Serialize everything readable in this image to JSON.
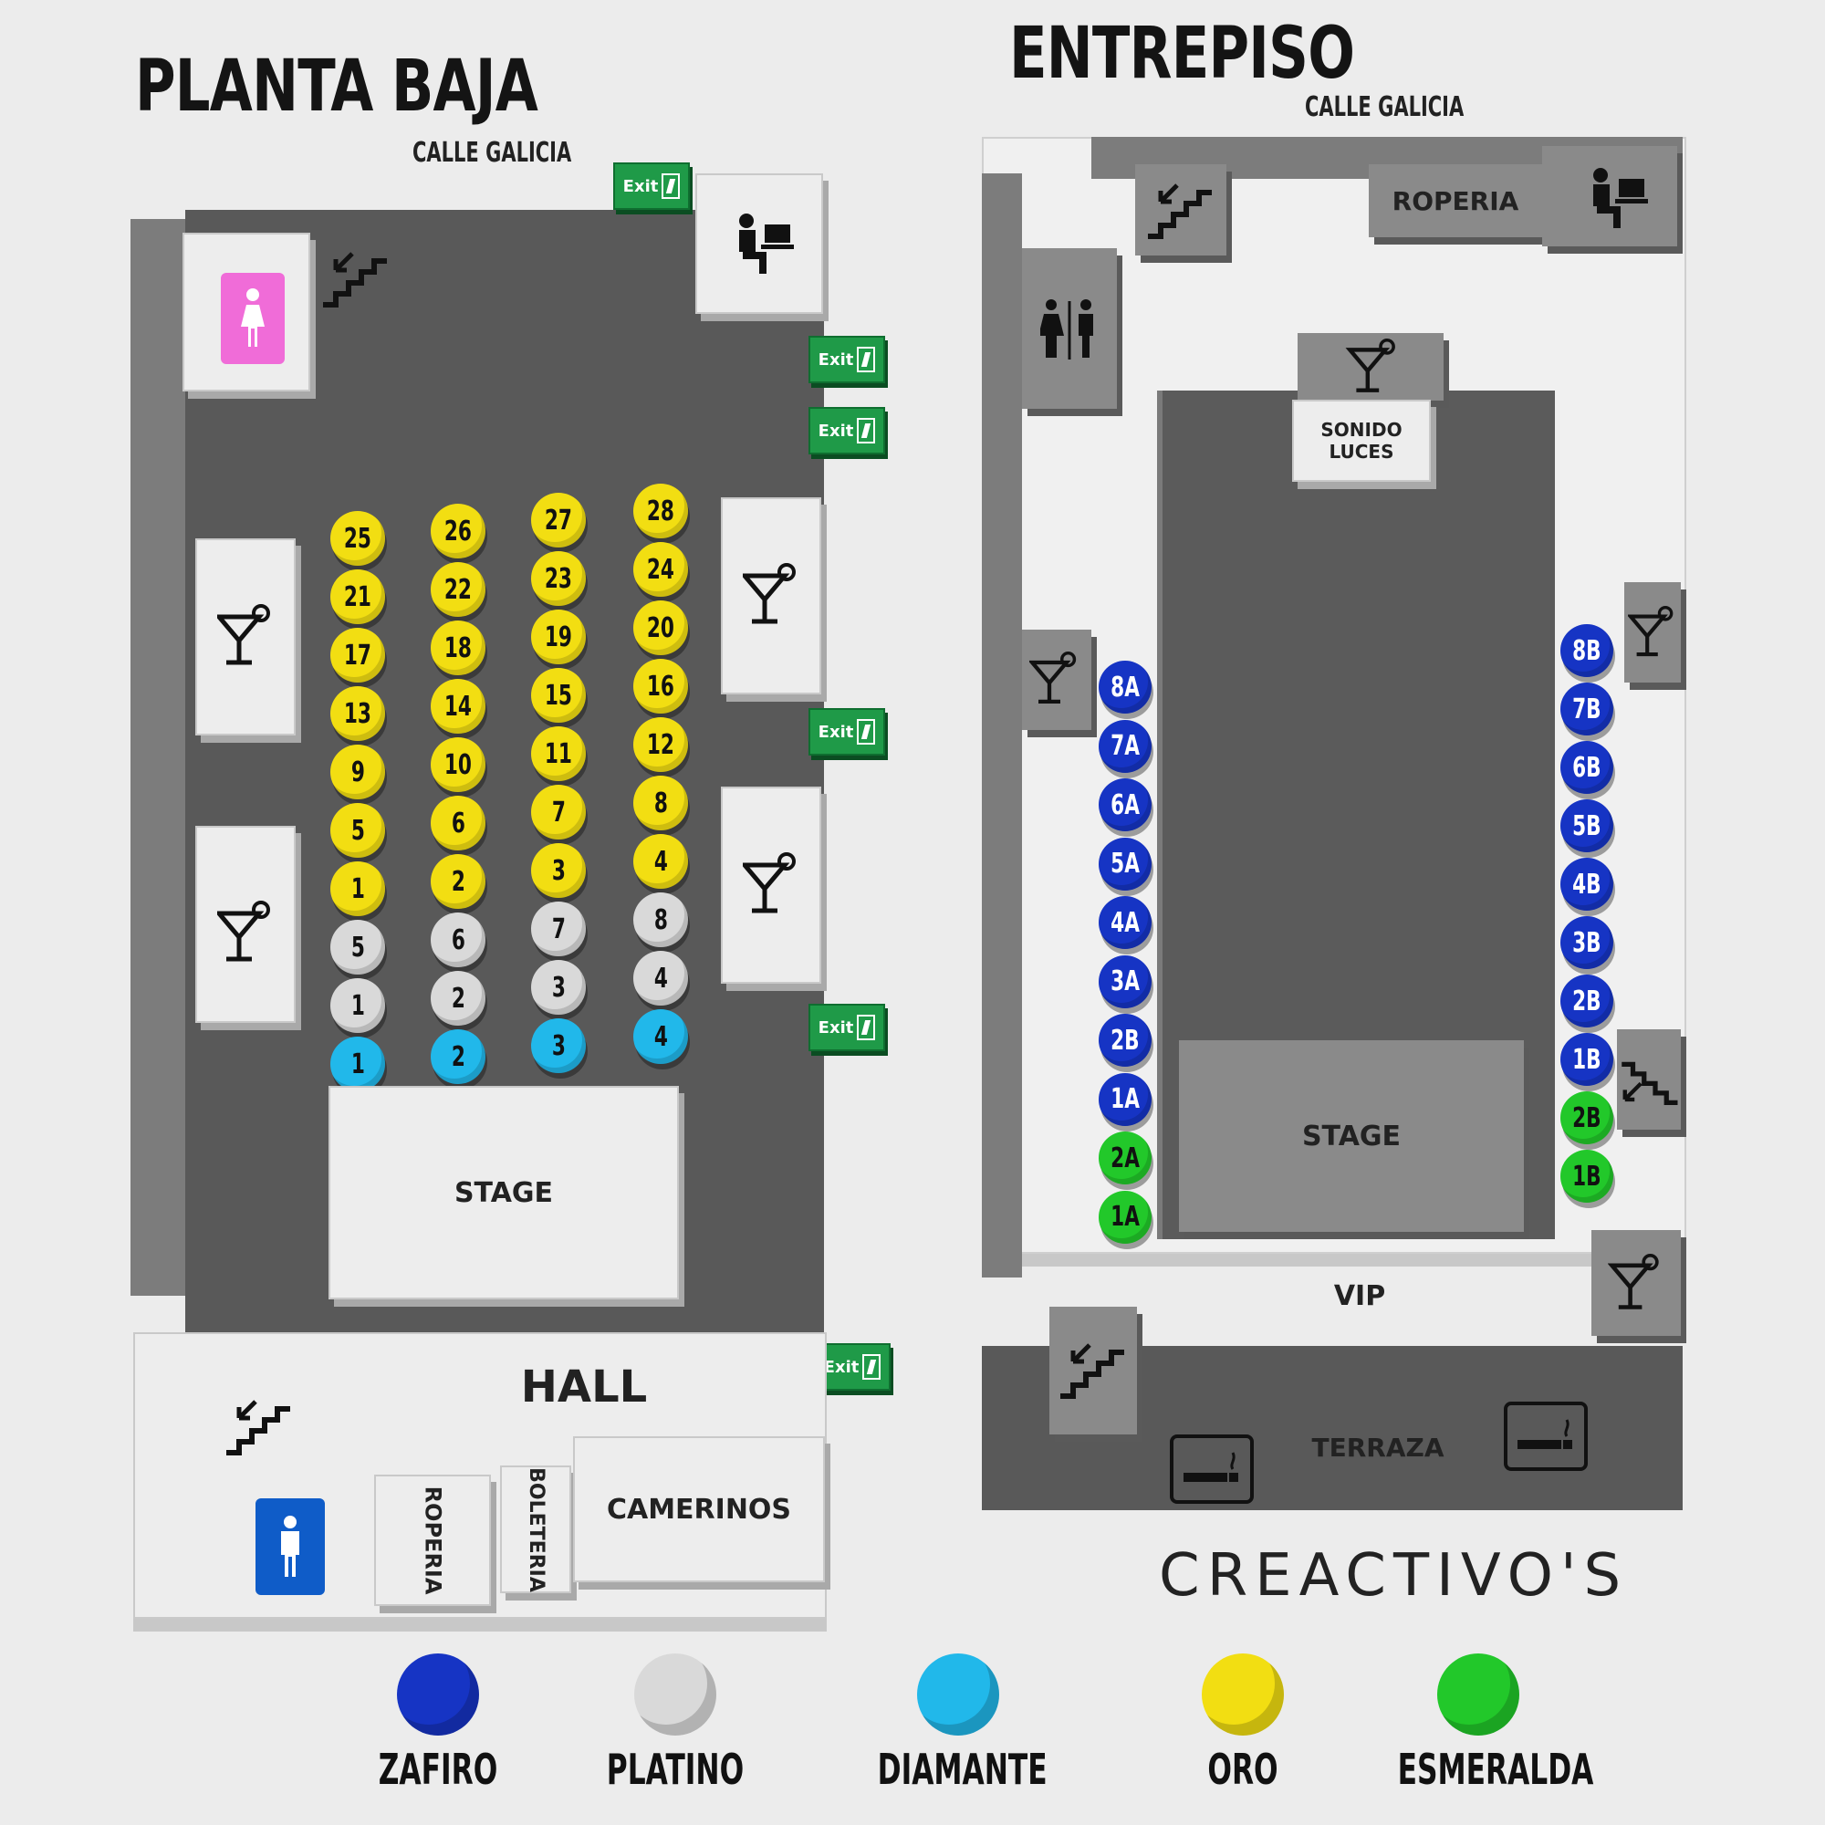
{
  "planta_baja": {
    "title": "PLANTA BAJA",
    "street": "CALLE GALICIA",
    "stage": "STAGE",
    "hall": "HALL",
    "roperia": "ROPERIA",
    "boleteria": "BOLETERIA",
    "camerinos": "CAMERINOS",
    "exit_label": "Exit",
    "seat_columns": [
      [
        {
          "n": "25",
          "c": "oro"
        },
        {
          "n": "21",
          "c": "oro"
        },
        {
          "n": "17",
          "c": "oro"
        },
        {
          "n": "13",
          "c": "oro"
        },
        {
          "n": "9",
          "c": "oro"
        },
        {
          "n": "5",
          "c": "oro"
        },
        {
          "n": "1",
          "c": "oro"
        },
        {
          "n": "5",
          "c": "platino"
        },
        {
          "n": "1",
          "c": "platino"
        },
        {
          "n": "1",
          "c": "diamante"
        }
      ],
      [
        {
          "n": "26",
          "c": "oro"
        },
        {
          "n": "22",
          "c": "oro"
        },
        {
          "n": "18",
          "c": "oro"
        },
        {
          "n": "14",
          "c": "oro"
        },
        {
          "n": "10",
          "c": "oro"
        },
        {
          "n": "6",
          "c": "oro"
        },
        {
          "n": "2",
          "c": "oro"
        },
        {
          "n": "6",
          "c": "platino"
        },
        {
          "n": "2",
          "c": "platino"
        },
        {
          "n": "2",
          "c": "diamante"
        }
      ],
      [
        {
          "n": "27",
          "c": "oro"
        },
        {
          "n": "23",
          "c": "oro"
        },
        {
          "n": "19",
          "c": "oro"
        },
        {
          "n": "15",
          "c": "oro"
        },
        {
          "n": "11",
          "c": "oro"
        },
        {
          "n": "7",
          "c": "oro"
        },
        {
          "n": "3",
          "c": "oro"
        },
        {
          "n": "7",
          "c": "platino"
        },
        {
          "n": "3",
          "c": "platino"
        },
        {
          "n": "3",
          "c": "diamante"
        }
      ],
      [
        {
          "n": "28",
          "c": "oro"
        },
        {
          "n": "24",
          "c": "oro"
        },
        {
          "n": "20",
          "c": "oro"
        },
        {
          "n": "16",
          "c": "oro"
        },
        {
          "n": "12",
          "c": "oro"
        },
        {
          "n": "8",
          "c": "oro"
        },
        {
          "n": "4",
          "c": "oro"
        },
        {
          "n": "8",
          "c": "platino"
        },
        {
          "n": "4",
          "c": "platino"
        },
        {
          "n": "4",
          "c": "diamante"
        }
      ]
    ]
  },
  "entrepiso": {
    "title": "ENTREPISO",
    "street": "CALLE GALICIA",
    "roperia": "ROPERIA",
    "sonido_luces_1": "SONIDO",
    "sonido_luces_2": "LUCES",
    "stage": "STAGE",
    "vip": "VIP",
    "terraza": "TERRAZA",
    "left_seats": [
      {
        "n": "8A",
        "c": "zafiro"
      },
      {
        "n": "7A",
        "c": "zafiro"
      },
      {
        "n": "6A",
        "c": "zafiro"
      },
      {
        "n": "5A",
        "c": "zafiro"
      },
      {
        "n": "4A",
        "c": "zafiro"
      },
      {
        "n": "3A",
        "c": "zafiro"
      },
      {
        "n": "2B",
        "c": "zafiro"
      },
      {
        "n": "1A",
        "c": "zafiro"
      },
      {
        "n": "2A",
        "c": "esmeralda"
      },
      {
        "n": "1A",
        "c": "esmeralda"
      }
    ],
    "right_seats": [
      {
        "n": "8B",
        "c": "zafiro"
      },
      {
        "n": "7B",
        "c": "zafiro"
      },
      {
        "n": "6B",
        "c": "zafiro"
      },
      {
        "n": "5B",
        "c": "zafiro"
      },
      {
        "n": "4B",
        "c": "zafiro"
      },
      {
        "n": "3B",
        "c": "zafiro"
      },
      {
        "n": "2B",
        "c": "zafiro"
      },
      {
        "n": "1B",
        "c": "zafiro"
      },
      {
        "n": "2B",
        "c": "esmeralda"
      },
      {
        "n": "1B",
        "c": "esmeralda"
      }
    ]
  },
  "brand": "CREACTIVO'S",
  "legend": [
    {
      "label": "ZAFIRO",
      "color": "#1634c4"
    },
    {
      "label": "PLATINO",
      "color": "#d9d9d9"
    },
    {
      "label": "DIAMANTE",
      "color": "#21b8ea"
    },
    {
      "label": "ORO",
      "color": "#f2de12"
    },
    {
      "label": "ESMERALDA",
      "color": "#22c82a"
    }
  ]
}
